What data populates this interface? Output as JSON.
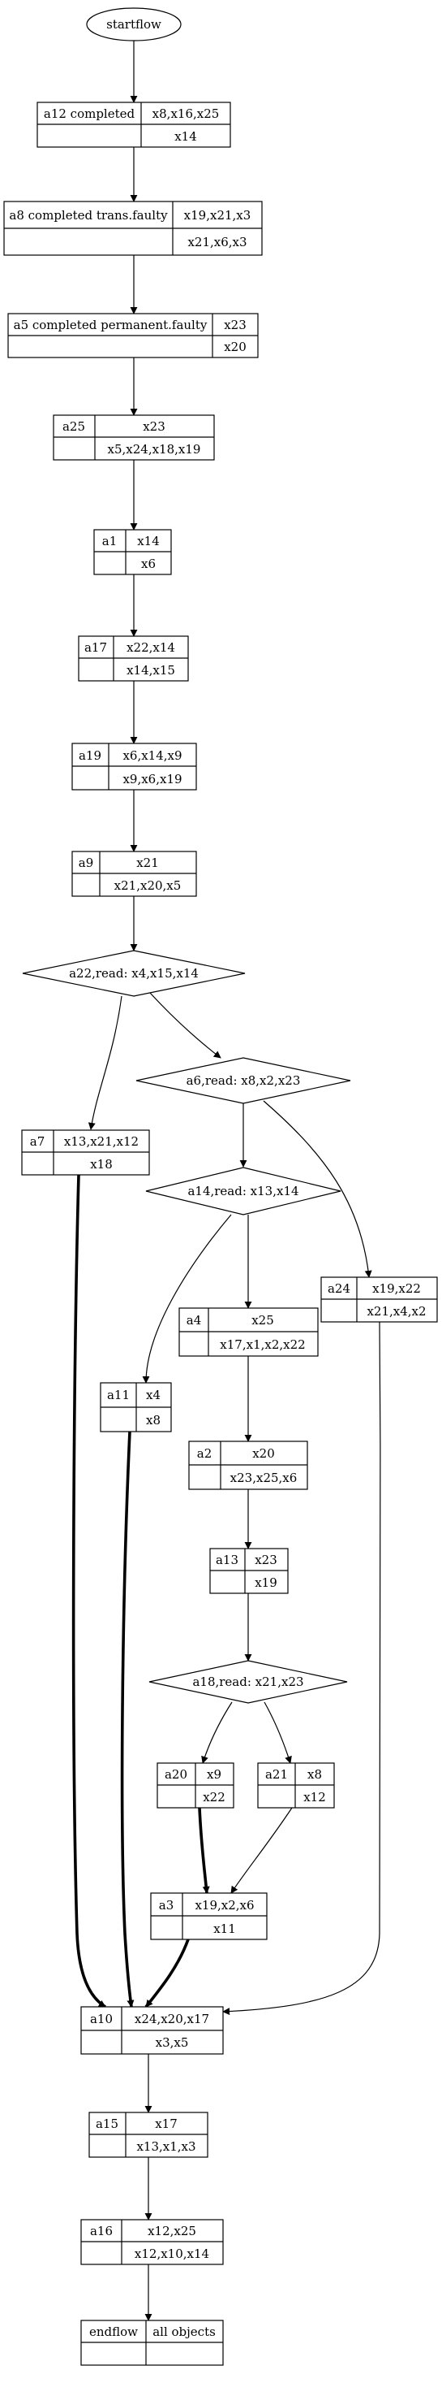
{
  "diagram": {
    "nodes": {
      "startflow": {
        "shape": "ellipse",
        "label": "startflow"
      },
      "a12": {
        "shape": "record",
        "id": "a12 completed",
        "top": "x8,x16,x25",
        "bottom": "x14"
      },
      "a8": {
        "shape": "record",
        "id": "a8 completed trans.faulty",
        "top": "x19,x21,x3",
        "bottom": "x21,x6,x3"
      },
      "a5": {
        "shape": "record",
        "id": "a5 completed permanent.faulty",
        "top": "x23",
        "bottom": "x20"
      },
      "a25": {
        "shape": "record",
        "id": "a25",
        "top": "x23",
        "bottom": "x5,x24,x18,x19"
      },
      "a1": {
        "shape": "record",
        "id": "a1",
        "top": "x14",
        "bottom": "x6"
      },
      "a17": {
        "shape": "record",
        "id": "a17",
        "top": "x22,x14",
        "bottom": "x14,x15"
      },
      "a19": {
        "shape": "record",
        "id": "a19",
        "top": "x6,x14,x9",
        "bottom": "x9,x6,x19"
      },
      "a9": {
        "shape": "record",
        "id": "a9",
        "top": "x21",
        "bottom": "x21,x20,x5"
      },
      "a22": {
        "shape": "diamond",
        "label": "a22,read: x4,x15,x14"
      },
      "a6": {
        "shape": "diamond",
        "label": "a6,read: x8,x2,x23"
      },
      "a7": {
        "shape": "record",
        "id": "a7",
        "top": "x13,x21,x12",
        "bottom": "x18"
      },
      "a14": {
        "shape": "diamond",
        "label": "a14,read: x13,x14"
      },
      "a24": {
        "shape": "record",
        "id": "a24",
        "top": "x19,x22",
        "bottom": "x21,x4,x2"
      },
      "a4": {
        "shape": "record",
        "id": "a4",
        "top": "x25",
        "bottom": "x17,x1,x2,x22"
      },
      "a11": {
        "shape": "record",
        "id": "a11",
        "top": "x4",
        "bottom": "x8"
      },
      "a2": {
        "shape": "record",
        "id": "a2",
        "top": "x20",
        "bottom": "x23,x25,x6"
      },
      "a13": {
        "shape": "record",
        "id": "a13",
        "top": "x23",
        "bottom": "x19"
      },
      "a18": {
        "shape": "diamond",
        "label": "a18,read: x21,x23"
      },
      "a20": {
        "shape": "record",
        "id": "a20",
        "top": "x9",
        "bottom": "x22"
      },
      "a21": {
        "shape": "record",
        "id": "a21",
        "top": "x8",
        "bottom": "x12"
      },
      "a3": {
        "shape": "record",
        "id": "a3",
        "top": "x19,x2,x6",
        "bottom": "x11"
      },
      "a10": {
        "shape": "record",
        "id": "a10",
        "top": "x24,x20,x17",
        "bottom": "x3,x5"
      },
      "a15": {
        "shape": "record",
        "id": "a15",
        "top": "x17",
        "bottom": "x13,x1,x3"
      },
      "a16": {
        "shape": "record",
        "id": "a16",
        "top": "x12,x25",
        "bottom": "x12,x10,x14"
      },
      "endflow": {
        "shape": "record",
        "id": "endflow",
        "top": "all objects",
        "bottom": ""
      }
    },
    "edges": [
      {
        "from": "startflow",
        "to": "a12",
        "bold": false
      },
      {
        "from": "a12",
        "to": "a8",
        "bold": false
      },
      {
        "from": "a8",
        "to": "a5",
        "bold": false
      },
      {
        "from": "a5",
        "to": "a25",
        "bold": false
      },
      {
        "from": "a25",
        "to": "a1",
        "bold": false
      },
      {
        "from": "a1",
        "to": "a17",
        "bold": false
      },
      {
        "from": "a17",
        "to": "a19",
        "bold": false
      },
      {
        "from": "a19",
        "to": "a9",
        "bold": false
      },
      {
        "from": "a9",
        "to": "a22",
        "bold": false
      },
      {
        "from": "a22",
        "to": "a7",
        "bold": false
      },
      {
        "from": "a22",
        "to": "a6",
        "bold": false
      },
      {
        "from": "a6",
        "to": "a14",
        "bold": false
      },
      {
        "from": "a6",
        "to": "a24",
        "bold": false
      },
      {
        "from": "a14",
        "to": "a11",
        "bold": false
      },
      {
        "from": "a14",
        "to": "a4",
        "bold": false
      },
      {
        "from": "a4",
        "to": "a2",
        "bold": false
      },
      {
        "from": "a2",
        "to": "a13",
        "bold": false
      },
      {
        "from": "a13",
        "to": "a18",
        "bold": false
      },
      {
        "from": "a18",
        "to": "a20",
        "bold": false
      },
      {
        "from": "a18",
        "to": "a21",
        "bold": false
      },
      {
        "from": "a20",
        "to": "a3",
        "bold": true
      },
      {
        "from": "a21",
        "to": "a3",
        "bold": false
      },
      {
        "from": "a7",
        "to": "a10",
        "bold": true
      },
      {
        "from": "a11",
        "to": "a10",
        "bold": true
      },
      {
        "from": "a3",
        "to": "a10",
        "bold": true
      },
      {
        "from": "a24",
        "to": "a10",
        "bold": false
      },
      {
        "from": "a10",
        "to": "a15",
        "bold": false
      },
      {
        "from": "a15",
        "to": "a16",
        "bold": false
      },
      {
        "from": "a16",
        "to": "endflow",
        "bold": false
      }
    ]
  }
}
